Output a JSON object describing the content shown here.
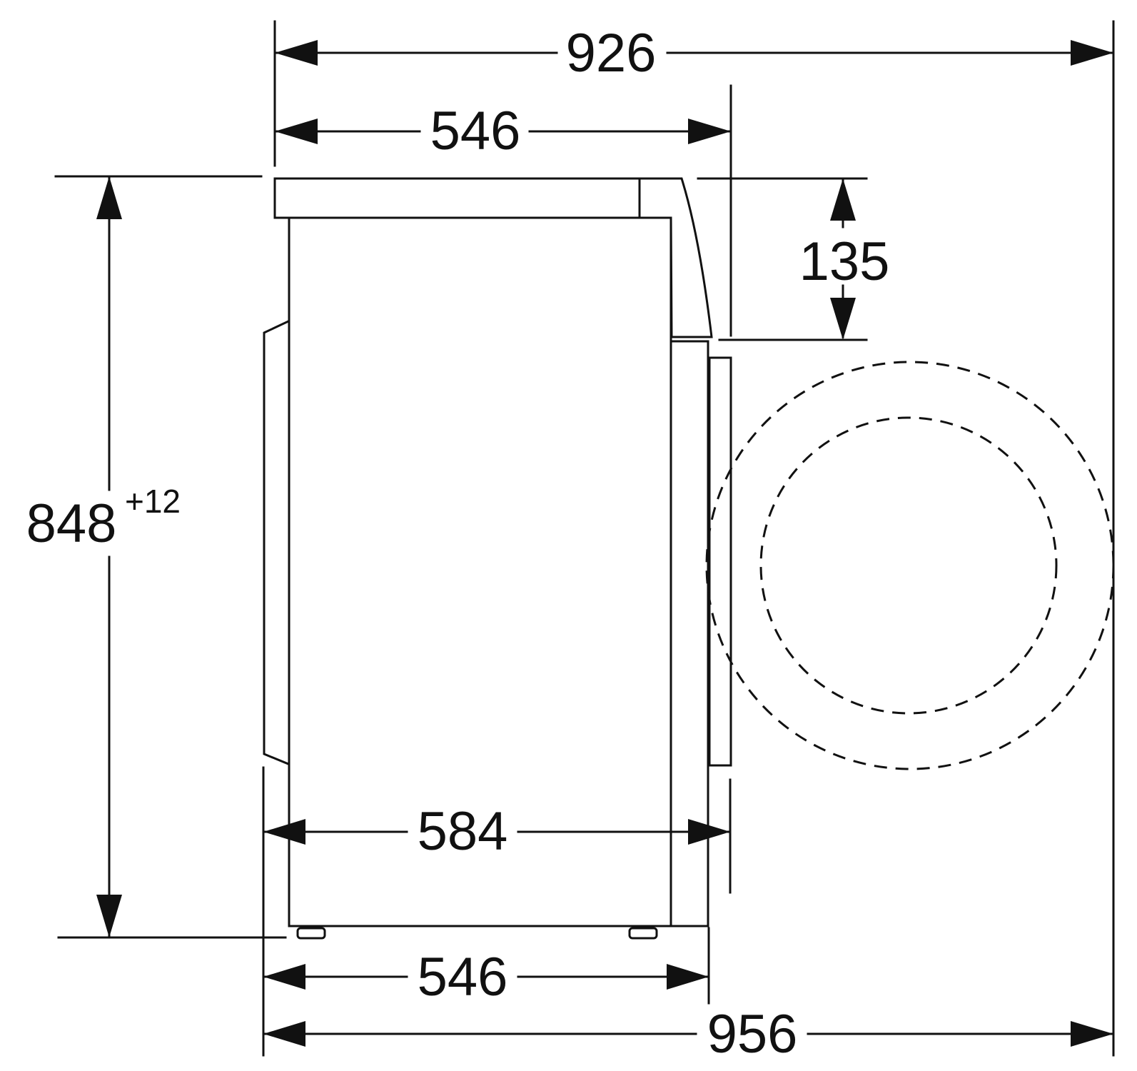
{
  "drawing": {
    "dimensions": {
      "total_depth_door_open": "926",
      "depth_top": "546",
      "control_panel_height": "135",
      "height_main": "848",
      "height_tolerance": "+12",
      "depth_with_door": "584",
      "depth_base": "546",
      "total_depth_door_open_base": "956"
    }
  }
}
